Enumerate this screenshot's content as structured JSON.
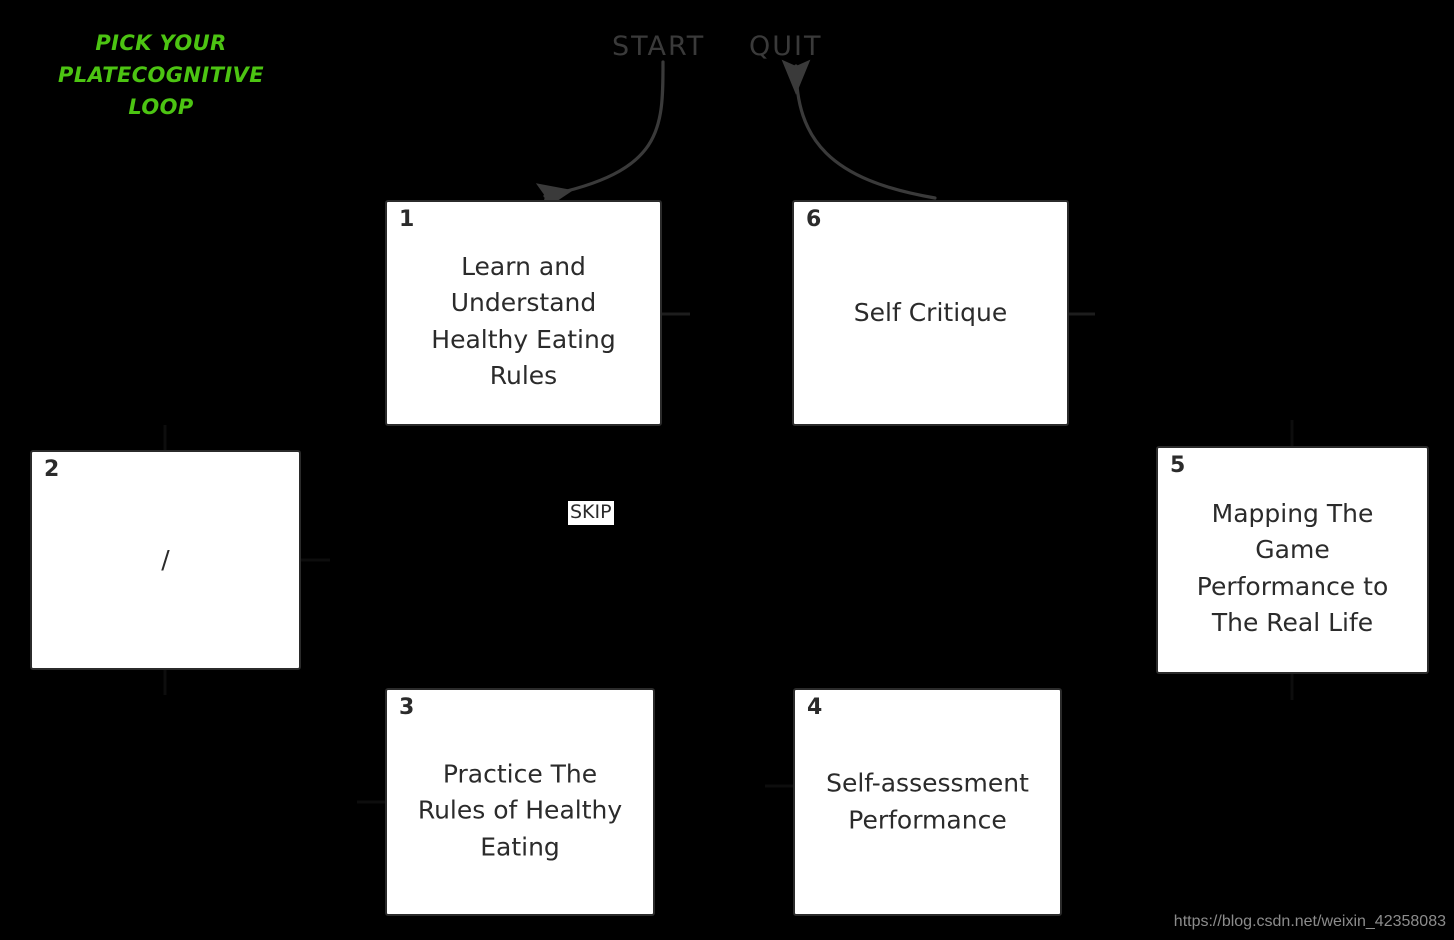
{
  "diagram": {
    "title": "PICK YOUR\nPLATECOGNITIVE\nLOOP",
    "title_color": "#4CC412",
    "background_color": "#000000",
    "node_fill": "#ffffff",
    "node_stroke": "#2b2b2b",
    "edge_color": "#3a3a3a"
  },
  "terminals": {
    "start": "START",
    "quit": "QUIT"
  },
  "nodes": [
    {
      "id": "1",
      "number": "1",
      "label": "Learn and\nUnderstand\nHealthy Eating\nRules"
    },
    {
      "id": "2",
      "number": "2",
      "label": "/"
    },
    {
      "id": "3",
      "number": "3",
      "label": "Practice The\nRules of Healthy\nEating"
    },
    {
      "id": "4",
      "number": "4",
      "label": "Self-assessment\nPerformance"
    },
    {
      "id": "5",
      "number": "5",
      "label": "Mapping The\nGame\nPerformance to\nThe Real Life"
    },
    {
      "id": "6",
      "number": "6",
      "label": "Self Critique"
    }
  ],
  "edge_labels": {
    "skip": "SKIP"
  },
  "watermark": "https://blog.csdn.net/weixin_42358083"
}
